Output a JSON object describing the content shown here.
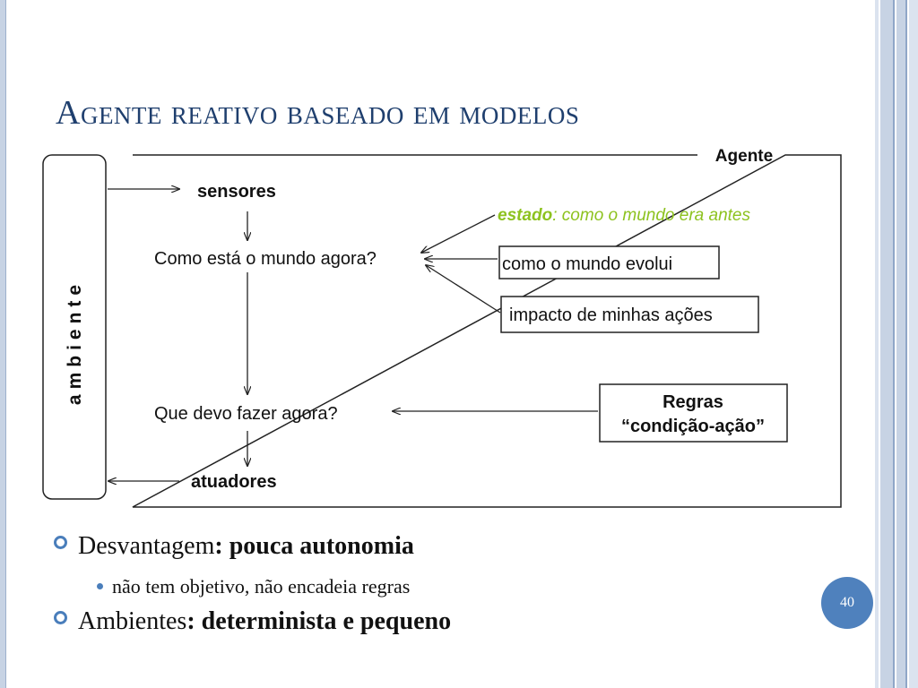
{
  "slide": {
    "title": "Agente reativo baseado em modelos",
    "page_number": "40"
  },
  "diagram": {
    "environment_label": "ambiente",
    "agent_label": "Agente",
    "sensors": "sensores",
    "how_world_now": "Como está o mundo agora?",
    "state_word": "estado",
    "state_desc": ": como o mundo era antes",
    "world_evolves": "como o mundo evolui",
    "action_impact": "impacto de minhas ações",
    "what_to_do": "Que devo fazer agora?",
    "rules_line1": "Regras",
    "rules_line2": "“condição-ação”",
    "actuators": "atuadores"
  },
  "bullets": {
    "item1_normal": "Desvantagem",
    "item1_bold": ": pouca autonomia",
    "item1_sub": "não tem objetivo, não encadeia regras",
    "item2_normal": "Ambientes",
    "item2_bold": ": determinista e pequeno"
  },
  "colors": {
    "title": "#1f3f6e",
    "state_green": "#8dc21f",
    "bullet_blue": "#4a7ebb",
    "frame": "#c7d3e4"
  }
}
